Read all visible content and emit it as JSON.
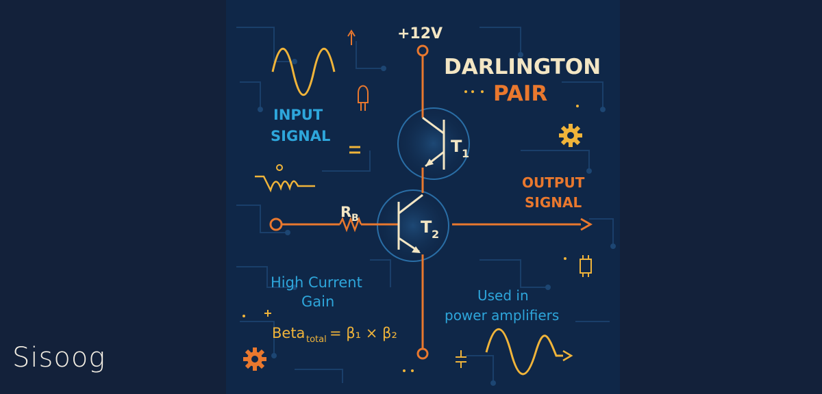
{
  "title": {
    "line1": "DARLINGTON",
    "line2": "PAIR"
  },
  "supply": {
    "label": "+12V"
  },
  "transistors": {
    "t1_label": "T",
    "t1_sub": "1",
    "t2_label": "T",
    "t2_sub": "2"
  },
  "resistor": {
    "label": "R",
    "sub": "B"
  },
  "input": {
    "line1": "INPUT",
    "line2": "SIGNAL"
  },
  "output": {
    "line1": "OUTPUT",
    "line2": "SIGNAL"
  },
  "gain": {
    "line1": "High Current",
    "line2": "Gain"
  },
  "usage": {
    "line1": "Used in",
    "line2": "power amplifiers"
  },
  "formula": {
    "prefix": "Beta",
    "sub": "total",
    "rest": "= β₁ × β₂"
  },
  "brand": {
    "logo_text": "Sisoog"
  },
  "colors": {
    "orange": "#e9782e",
    "blue": "#2ea6db",
    "cream": "#f3e6c4",
    "gold": "#f0b43a",
    "panel": "#0f2748",
    "page": "#13213a"
  }
}
